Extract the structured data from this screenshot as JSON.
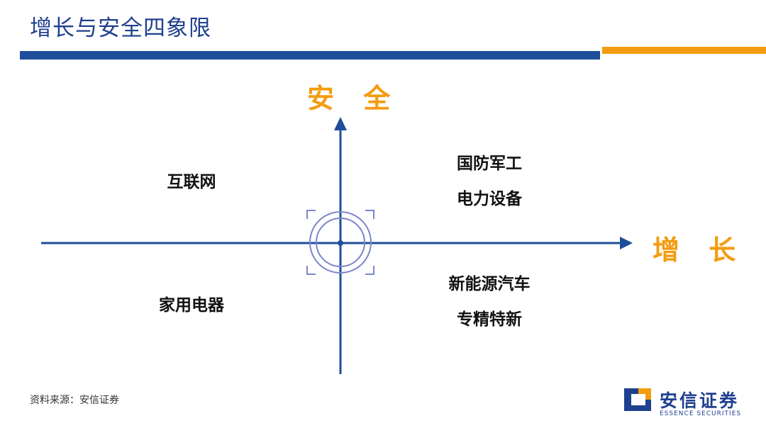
{
  "slide": {
    "title": "增长与安全四象限"
  },
  "axes": {
    "y_label": "安 全",
    "x_label": "增 长"
  },
  "quadrants": {
    "top_left": [
      "互联网"
    ],
    "top_right": [
      "国防军工",
      "电力设备"
    ],
    "bottom_left": [
      "家用电器"
    ],
    "bottom_right": [
      "新能源汽车",
      "专精特新"
    ]
  },
  "footer": {
    "source": "资料来源：安信证券"
  },
  "logo": {
    "name_cn": "安信证券",
    "name_en": "ESSENCE SECURITIES",
    "icon": ""
  },
  "colors": {
    "title": "#1f3f8f",
    "axis": "#1f4e9b",
    "accent": "#f39c12",
    "target": "#7c86c8"
  },
  "icons": {
    "center": ""
  }
}
